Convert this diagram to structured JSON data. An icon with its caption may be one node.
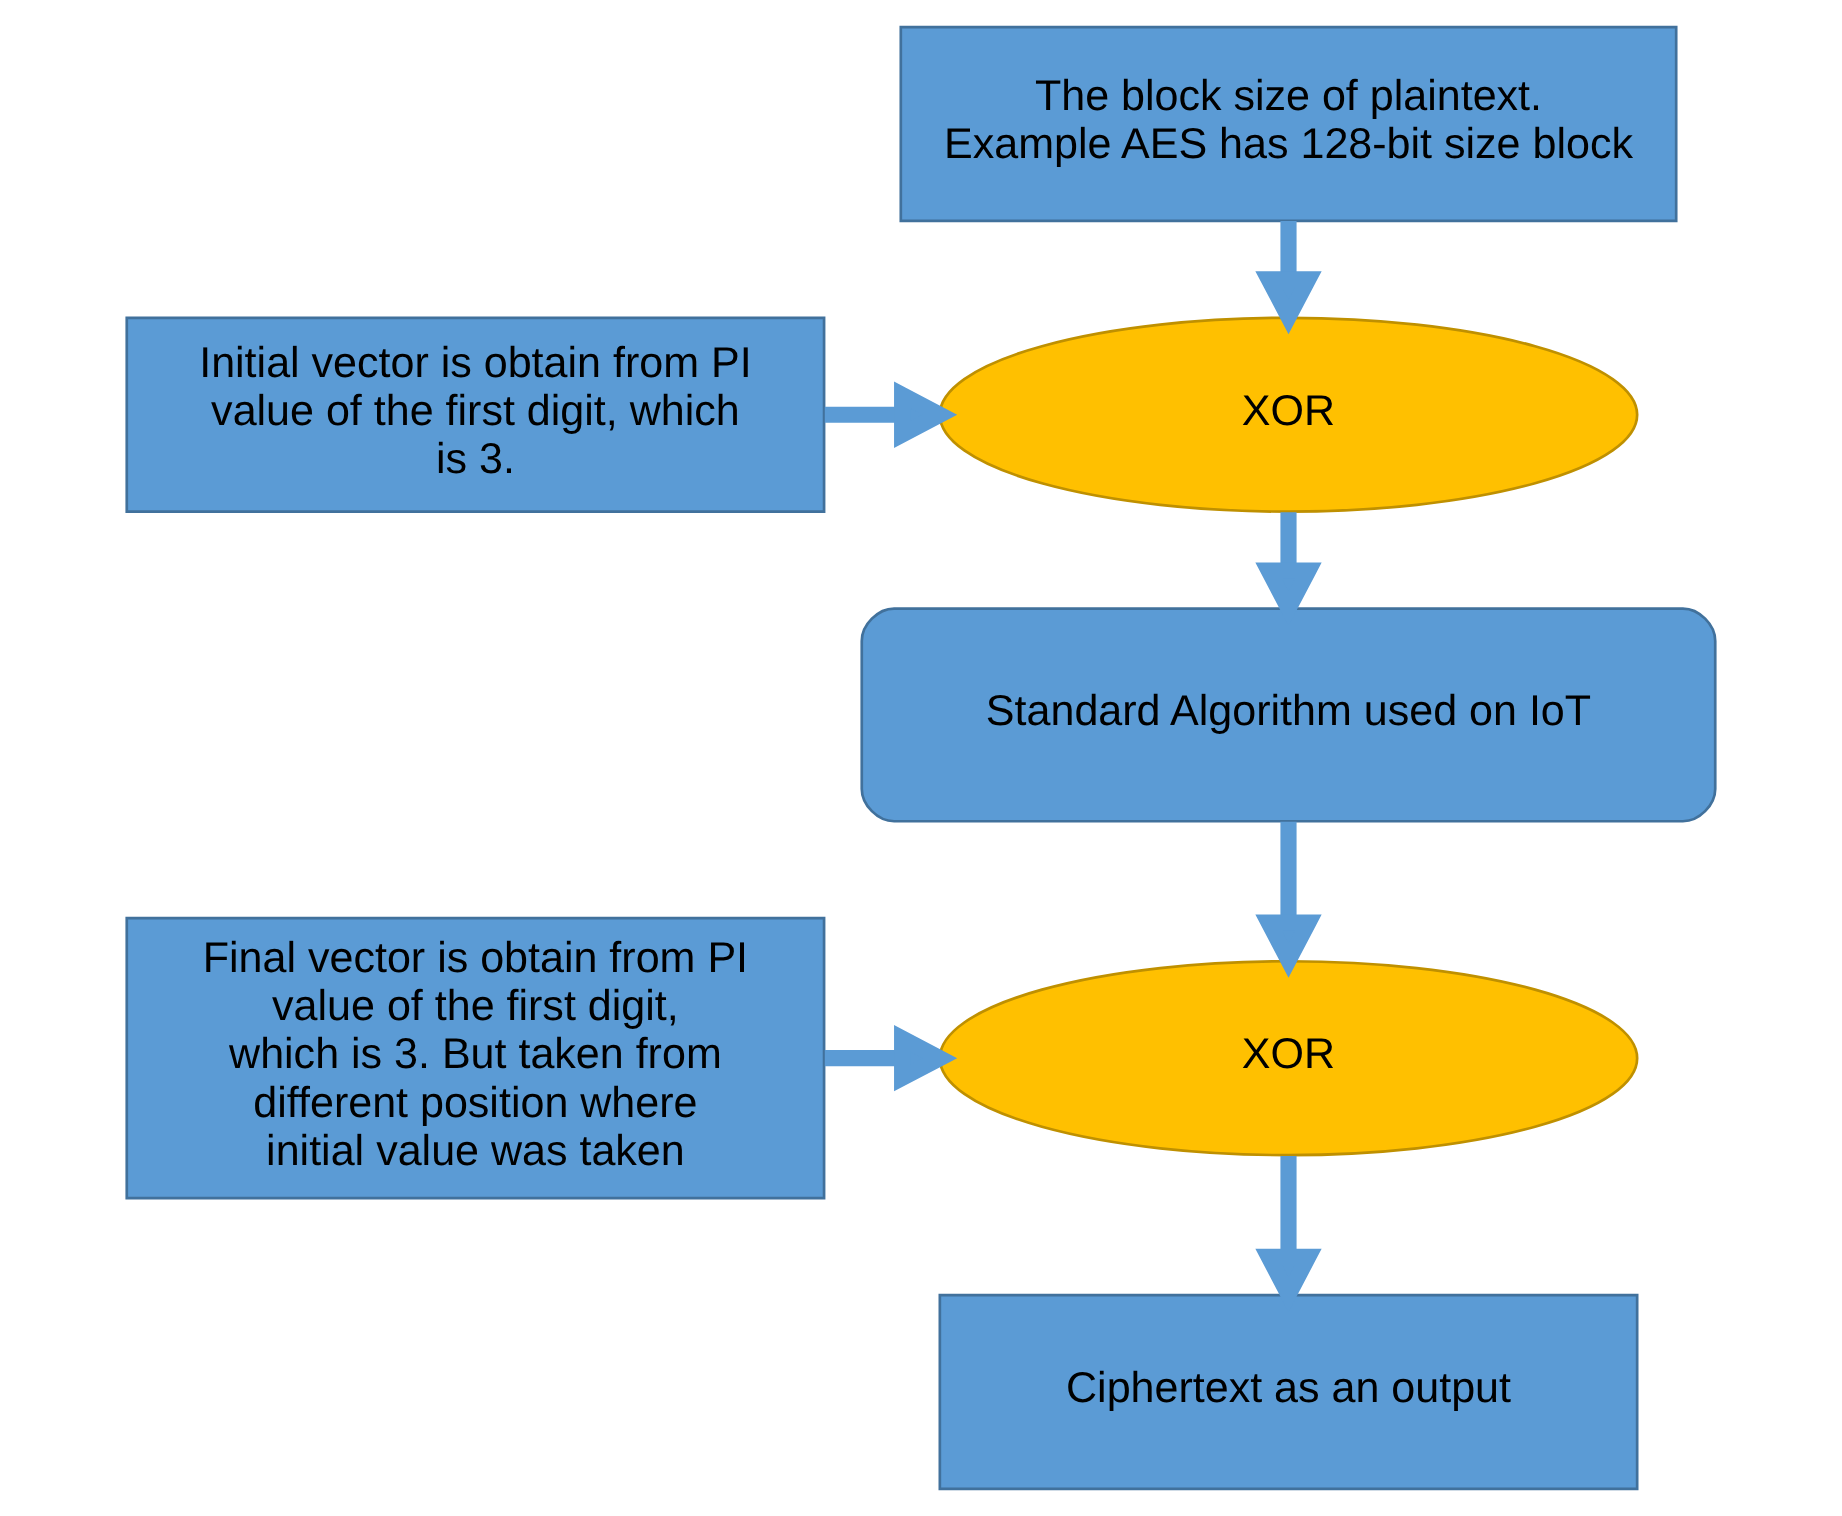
{
  "diagram": {
    "nodes": [
      {
        "text": [
          "The block size of plaintext. Example AES has 128-bit size block"
        ]
      },
      {
        "text": [
          "Initial vector is obtain from PI value of the first digit, which is 3."
        ]
      },
      {
        "text": [
          "XOR"
        ]
      },
      {
        "text": [
          "Standard Algorithm used on IoT"
        ]
      },
      {
        "text": [
          "Final vector is obtain from PI value of the first digit, which is 3. But taken from different position where initial value was taken"
        ]
      },
      {
        "text": [
          "XOR"
        ]
      },
      {
        "text": [
          "Ciphertext as an output"
        ]
      }
    ],
    "edges": [
      {
        "from": 0,
        "to": 2,
        "arrow": "to"
      },
      {
        "from": 1,
        "to": 2,
        "arrow": "to"
      },
      {
        "from": 2,
        "to": 3,
        "arrow": "to"
      },
      {
        "from": 3,
        "to": 5,
        "arrow": "to"
      },
      {
        "from": 4,
        "to": 5,
        "arrow": "to"
      },
      {
        "from": 5,
        "to": 6,
        "arrow": "to"
      }
    ]
  }
}
